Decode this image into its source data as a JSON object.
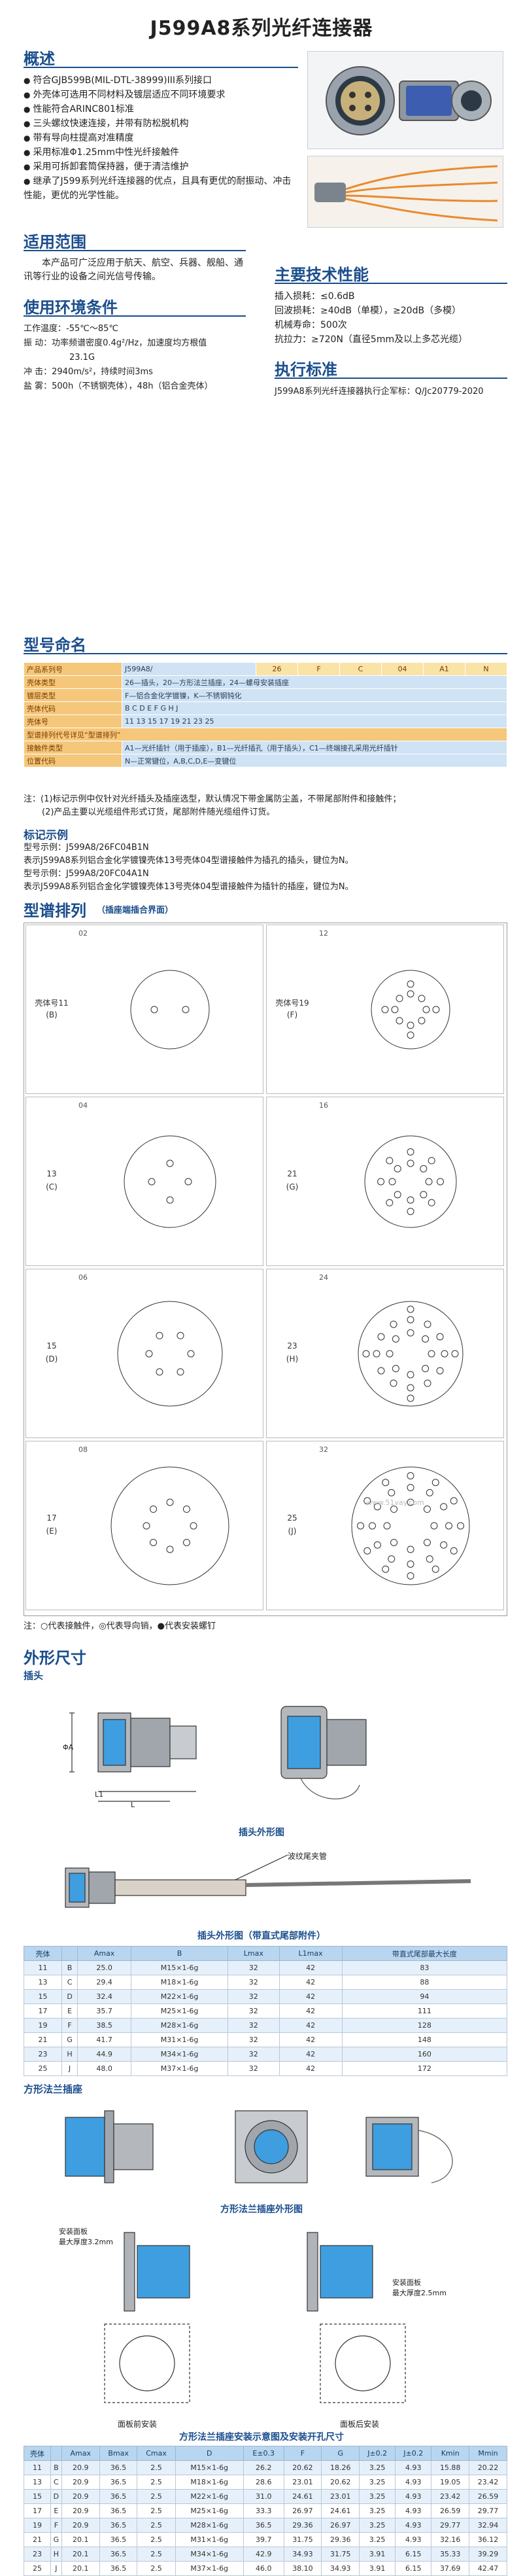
{
  "title": "J599A8系列光纤连接器",
  "overview": {
    "heading": "概述",
    "bullets": [
      "符合GJB599B(MIL-DTL-38999)III系列接口",
      "外壳体可选用不同材料及镀层适应不同环境要求",
      "性能符合ARINC801标准",
      "三头螺纹快速连接，并带有防松脱机构",
      "带有导向柱提高对准精度",
      "采用标准Φ1.25mm中性光纤接触件",
      "采用可拆卸套筒保持器，便于清洁维护",
      "继承了J599系列光纤连接器的优点，且具有更优的耐振动、冲击性能，更优的光学性能。"
    ]
  },
  "application": {
    "heading": "适用范围",
    "text": "本产品可广泛应用于航天、航空、兵器、舰船、通讯等行业的设备之间光信号传输。"
  },
  "tech": {
    "heading": "主要技术性能",
    "items": [
      "插入损耗：≤0.6dB",
      "回波损耗：≥40dB（单模），≥20dB（多模）",
      "机械寿命：500次",
      "抗拉力：≥720N（直径5mm及以上多芯光缆）"
    ]
  },
  "env": {
    "heading": "使用环境条件",
    "items": [
      "工作温度：-55℃～85℃",
      "振    动：功率频谱密度0.4g²/Hz，加速度均方根值",
      "23.1G",
      "冲    击：2940m/s²，持续时间3ms",
      "盐    雾：500h（不锈钢壳体），48h（铝合金壳体）"
    ]
  },
  "standard": {
    "heading": "执行标准",
    "text": "J599A8系列光纤连接器执行企军标：Q/Jc20779-2020"
  },
  "naming": {
    "heading": "型号命名",
    "rows": [
      {
        "label": "产品系列号",
        "val": "J599A8/",
        "codes": [
          "26",
          "F",
          "C",
          "04",
          "A1",
          "N"
        ]
      },
      {
        "label": "壳体类型",
        "val": "26—插头，20—方形法兰插座，24—螺母安装插座",
        "codes": []
      },
      {
        "label": "镀层类型",
        "val": "F—铝合金化学镀镍，K—不锈钢钝化",
        "codes": []
      },
      {
        "label": "壳体代码",
        "val": "B  C  D  E  F  G  H  J",
        "codes": []
      },
      {
        "label": "壳体号",
        "val": "11  13  15  17  19  21  23  25",
        "codes": []
      },
      {
        "label": "型谱排列代号详见“型谱排列”",
        "val": "",
        "codes": []
      },
      {
        "label": "接触件类型",
        "val": "A1—光纤插针（用于插座），B1—光纤插孔（用于插头），C1—终端接孔采用光纤插针",
        "codes": []
      },
      {
        "label": "位置代码",
        "val": "N—正常键位，A,B,C,D,E—变键位",
        "codes": []
      }
    ],
    "note1": "注：(1)标记示例中仅针对光纤插头及插座选型，默认情况下带金属防尘盖，不带尾部附件和接触件；",
    "note2": "(2)产品主要以光缆组件形式订货，尾部附件随光缆组件订货。"
  },
  "marking": {
    "heading": "标记示例",
    "lines": [
      "型号示例：J599A8/26FC04B1N",
      "表示J599A8系列铝合金化学镀镍壳体13号壳体04型谱接触件为插孔的插头，键位为N。",
      "型号示例：J599A8/20FC04A1N",
      "表示J599A8系列铝合金化学镀镍壳体13号壳体04型谱接触件为插针的插座，键位为N。"
    ]
  },
  "layout": {
    "heading": "型谱排列",
    "subheading": "（插座端插合界面）",
    "cells": [
      {
        "shell": "壳体号11",
        "code": "(B)",
        "no": "02"
      },
      {
        "shell": "壳体号19",
        "code": "(F)",
        "no": "12"
      },
      {
        "shell": "13",
        "code": "(C)",
        "no": "04"
      },
      {
        "shell": "21",
        "code": "(G)",
        "no": "16"
      },
      {
        "shell": "15",
        "code": "(D)",
        "no": "06"
      },
      {
        "shell": "23",
        "code": "(H)",
        "no": "24"
      },
      {
        "shell": "17",
        "code": "(E)",
        "no": "08"
      },
      {
        "shell": "25",
        "code": "(J)",
        "no": "32"
      }
    ],
    "legend": "注：○代表接触件，◎代表导向销，●代表安装螺钉"
  },
  "dimensions": {
    "heading": "外形尺寸",
    "plug_heading": "插头",
    "plug_caption1": "插头外形图",
    "plug_caption2": "插头外形图（带直式尾部附件）",
    "strain_label": "波纹尾夹管",
    "plug_table": {
      "headers": [
        "壳体",
        "",
        "Amax",
        "B",
        "Lmax",
        "L1max",
        "带直式尾部最大长度"
      ],
      "rows": [
        [
          "11",
          "B",
          "25.0",
          "M15×1-6g",
          "32",
          "42",
          "83"
        ],
        [
          "13",
          "C",
          "29.4",
          "M18×1-6g",
          "32",
          "42",
          "88"
        ],
        [
          "15",
          "D",
          "32.4",
          "M22×1-6g",
          "32",
          "42",
          "94"
        ],
        [
          "17",
          "E",
          "35.7",
          "M25×1-6g",
          "32",
          "42",
          "111"
        ],
        [
          "19",
          "F",
          "38.5",
          "M28×1-6g",
          "32",
          "42",
          "128"
        ],
        [
          "21",
          "G",
          "41.7",
          "M31×1-6g",
          "32",
          "42",
          "148"
        ],
        [
          "23",
          "H",
          "44.9",
          "M34×1-6g",
          "32",
          "42",
          "160"
        ],
        [
          "25",
          "J",
          "48.0",
          "M37×1-6g",
          "32",
          "42",
          "172"
        ]
      ]
    },
    "flange_heading": "方形法兰插座",
    "flange_caption": "方形法兰插座外形图",
    "panel_label1": "安装面板",
    "panel_label2": "最大厚度3.2mm",
    "panel_label3": "安装面板",
    "panel_label4": "最大厚度2.5mm",
    "panel_front": "面板前安装",
    "panel_back": "面板后安装",
    "flange_caption2": "方形法兰插座安装示意图及安装开孔尺寸",
    "flange_table": {
      "headers": [
        "壳体",
        "",
        "Amax",
        "Bmax",
        "Cmax",
        "D",
        "E±0.3",
        "F",
        "G",
        "J±0.2",
        "J±0.2",
        "Kmin",
        "Mmin"
      ],
      "rows": [
        [
          "11",
          "B",
          "20.9",
          "36.5",
          "2.5",
          "M15×1-6g",
          "26.2",
          "20.62",
          "18.26",
          "3.25",
          "4.93",
          "15.88",
          "20.22"
        ],
        [
          "13",
          "C",
          "20.9",
          "36.5",
          "2.5",
          "M18×1-6g",
          "28.6",
          "23.01",
          "20.62",
          "3.25",
          "4.93",
          "19.05",
          "23.42"
        ],
        [
          "15",
          "D",
          "20.9",
          "36.5",
          "2.5",
          "M22×1-6g",
          "31.0",
          "24.61",
          "23.01",
          "3.25",
          "4.93",
          "23.42",
          "26.59"
        ],
        [
          "17",
          "E",
          "20.9",
          "36.5",
          "2.5",
          "M25×1-6g",
          "33.3",
          "26.97",
          "24.61",
          "3.25",
          "4.93",
          "26.59",
          "29.77"
        ],
        [
          "19",
          "F",
          "20.9",
          "36.5",
          "2.5",
          "M28×1-6g",
          "36.5",
          "29.36",
          "26.97",
          "3.25",
          "4.93",
          "29.77",
          "32.94"
        ],
        [
          "21",
          "G",
          "20.1",
          "36.5",
          "2.5",
          "M31×1-6g",
          "39.7",
          "31.75",
          "29.36",
          "3.25",
          "4.93",
          "32.16",
          "36.12"
        ],
        [
          "23",
          "H",
          "20.1",
          "36.5",
          "2.5",
          "M34×1-6g",
          "42.9",
          "34.93",
          "31.75",
          "3.91",
          "6.15",
          "35.33",
          "39.29"
        ],
        [
          "25",
          "J",
          "20.1",
          "36.5",
          "2.5",
          "M37×1-6g",
          "46.0",
          "38.10",
          "34.93",
          "3.91",
          "6.15",
          "37.69",
          "42.47"
        ]
      ]
    }
  },
  "watermark": "www.51vay.com"
}
